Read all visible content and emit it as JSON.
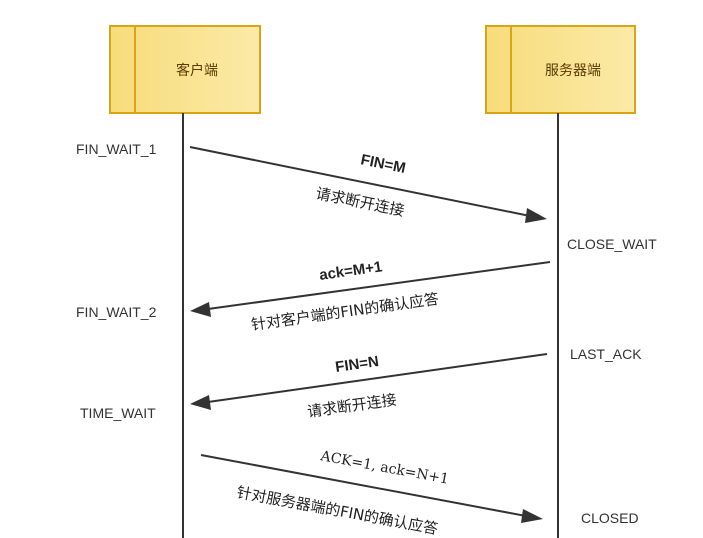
{
  "participants": {
    "client": "客户端",
    "server": "服务器端"
  },
  "states": {
    "fin_wait_1": "FIN_WAIT_1",
    "close_wait": "CLOSE_WAIT",
    "fin_wait_2": "FIN_WAIT_2",
    "last_ack": "LAST_ACK",
    "time_wait": "TIME_WAIT",
    "closed": "CLOSED"
  },
  "messages": [
    {
      "top": "FIN=M",
      "bottom": "请求断开连接"
    },
    {
      "top": "ack=M+1",
      "bottom": "针对客户端的FIN的确认应答"
    },
    {
      "top": "FIN=N",
      "bottom": "请求断开连接"
    },
    {
      "top": "ACK=1, ack=N+1",
      "bottom": "针对服务器端的FIN的确认应答"
    }
  ],
  "colors": {
    "box_fill": "#f5d46a",
    "box_border": "#d9a514",
    "line": "#333333"
  }
}
